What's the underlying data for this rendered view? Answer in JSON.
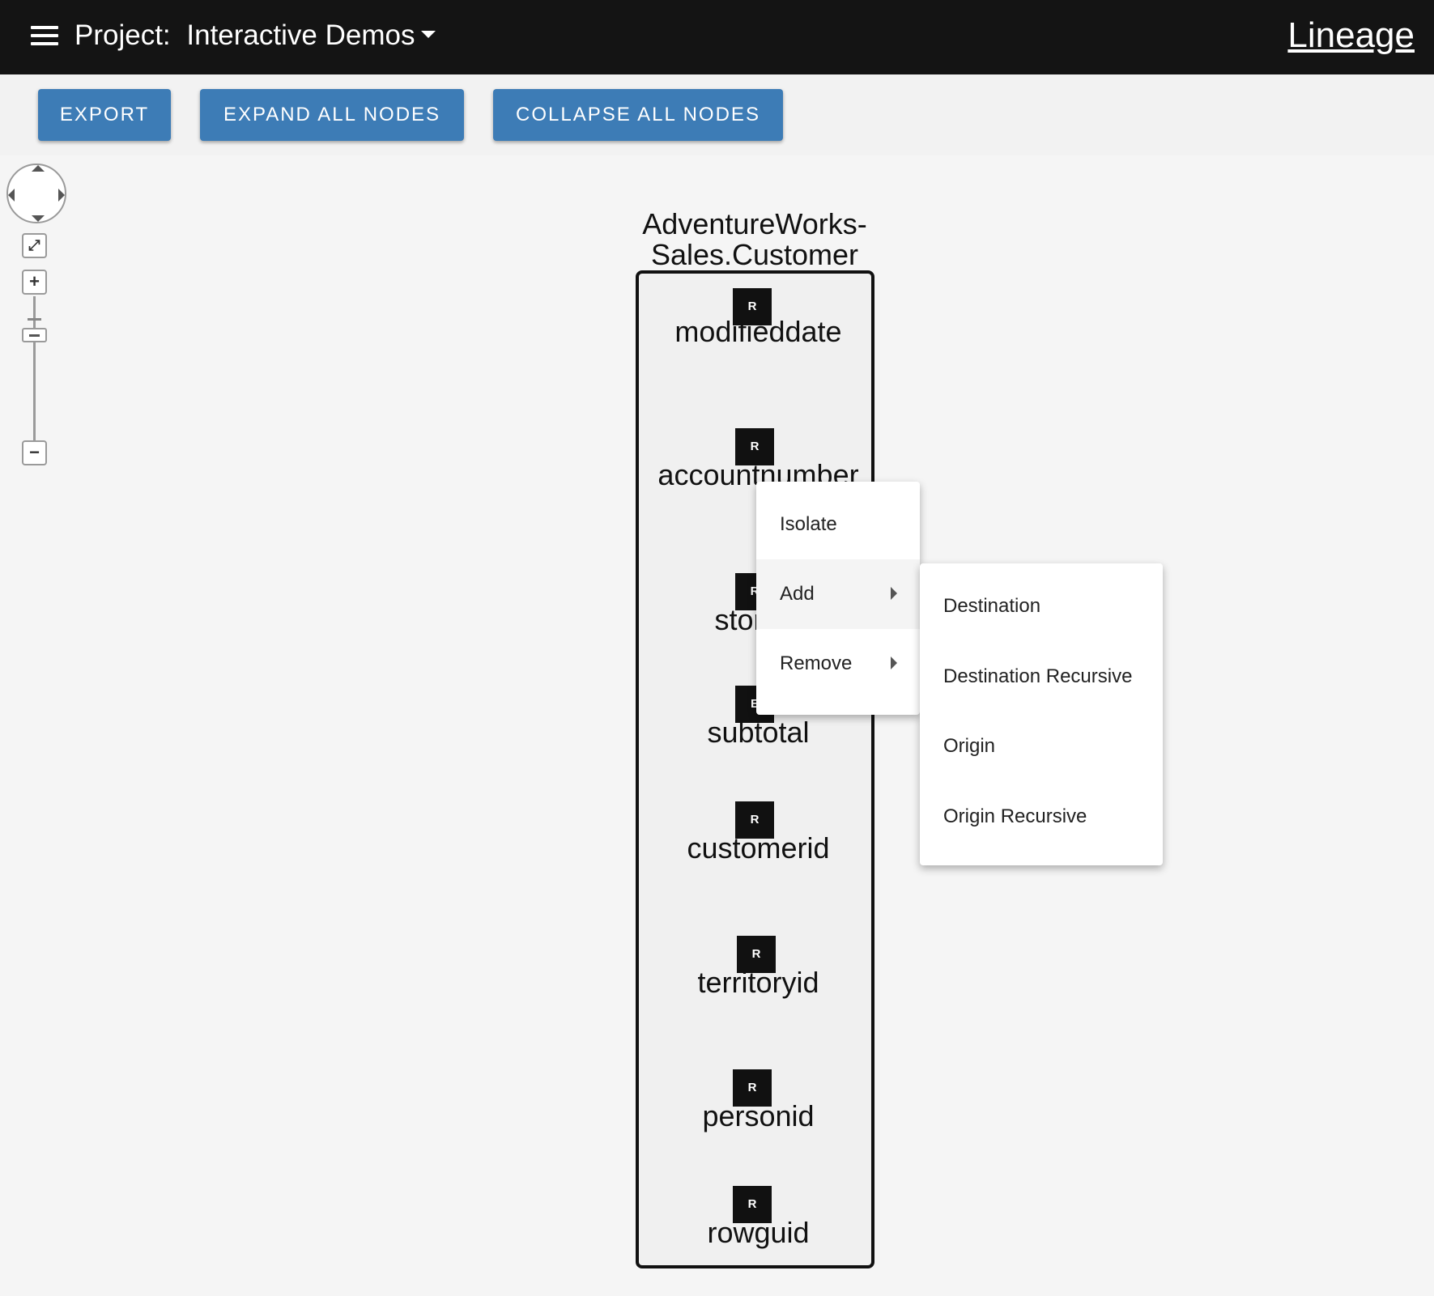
{
  "header": {
    "project_label": "Project:",
    "project_name": "Interactive Demos",
    "brand": "Lineage"
  },
  "toolbar": {
    "export_label": "EXPORT",
    "expand_label": "EXPAND ALL NODES",
    "collapse_label": "COLLAPSE ALL NODES"
  },
  "zoom": {
    "fit_glyph": "⤢",
    "zoom_in_glyph": "+",
    "zoom_out_glyph": "−"
  },
  "node": {
    "title": "AdventureWorks-Sales.Customer",
    "columns": [
      {
        "badge": "R",
        "name": "modifieddate"
      },
      {
        "badge": "R",
        "name": "accountnumber"
      },
      {
        "badge": "R",
        "name": "storeid"
      },
      {
        "badge": "E",
        "name": "subtotal"
      },
      {
        "badge": "R",
        "name": "customerid"
      },
      {
        "badge": "R",
        "name": "territoryid"
      },
      {
        "badge": "R",
        "name": "personid"
      },
      {
        "badge": "R",
        "name": "rowguid"
      }
    ]
  },
  "context_menu": {
    "items": [
      {
        "label": "Isolate"
      },
      {
        "label": "Add"
      },
      {
        "label": "Remove"
      }
    ],
    "submenu": [
      {
        "label": "Destination"
      },
      {
        "label": "Destination Recursive"
      },
      {
        "label": "Origin"
      },
      {
        "label": "Origin Recursive"
      }
    ]
  },
  "icons": {
    "menu": "hamburger-menu-icon",
    "dropdown": "caret-down-icon",
    "submenu_arrow": "chevron-right-icon"
  },
  "colors": {
    "topbar": "#141414",
    "button": "#3d7cb6",
    "background": "#f5f5f5"
  }
}
